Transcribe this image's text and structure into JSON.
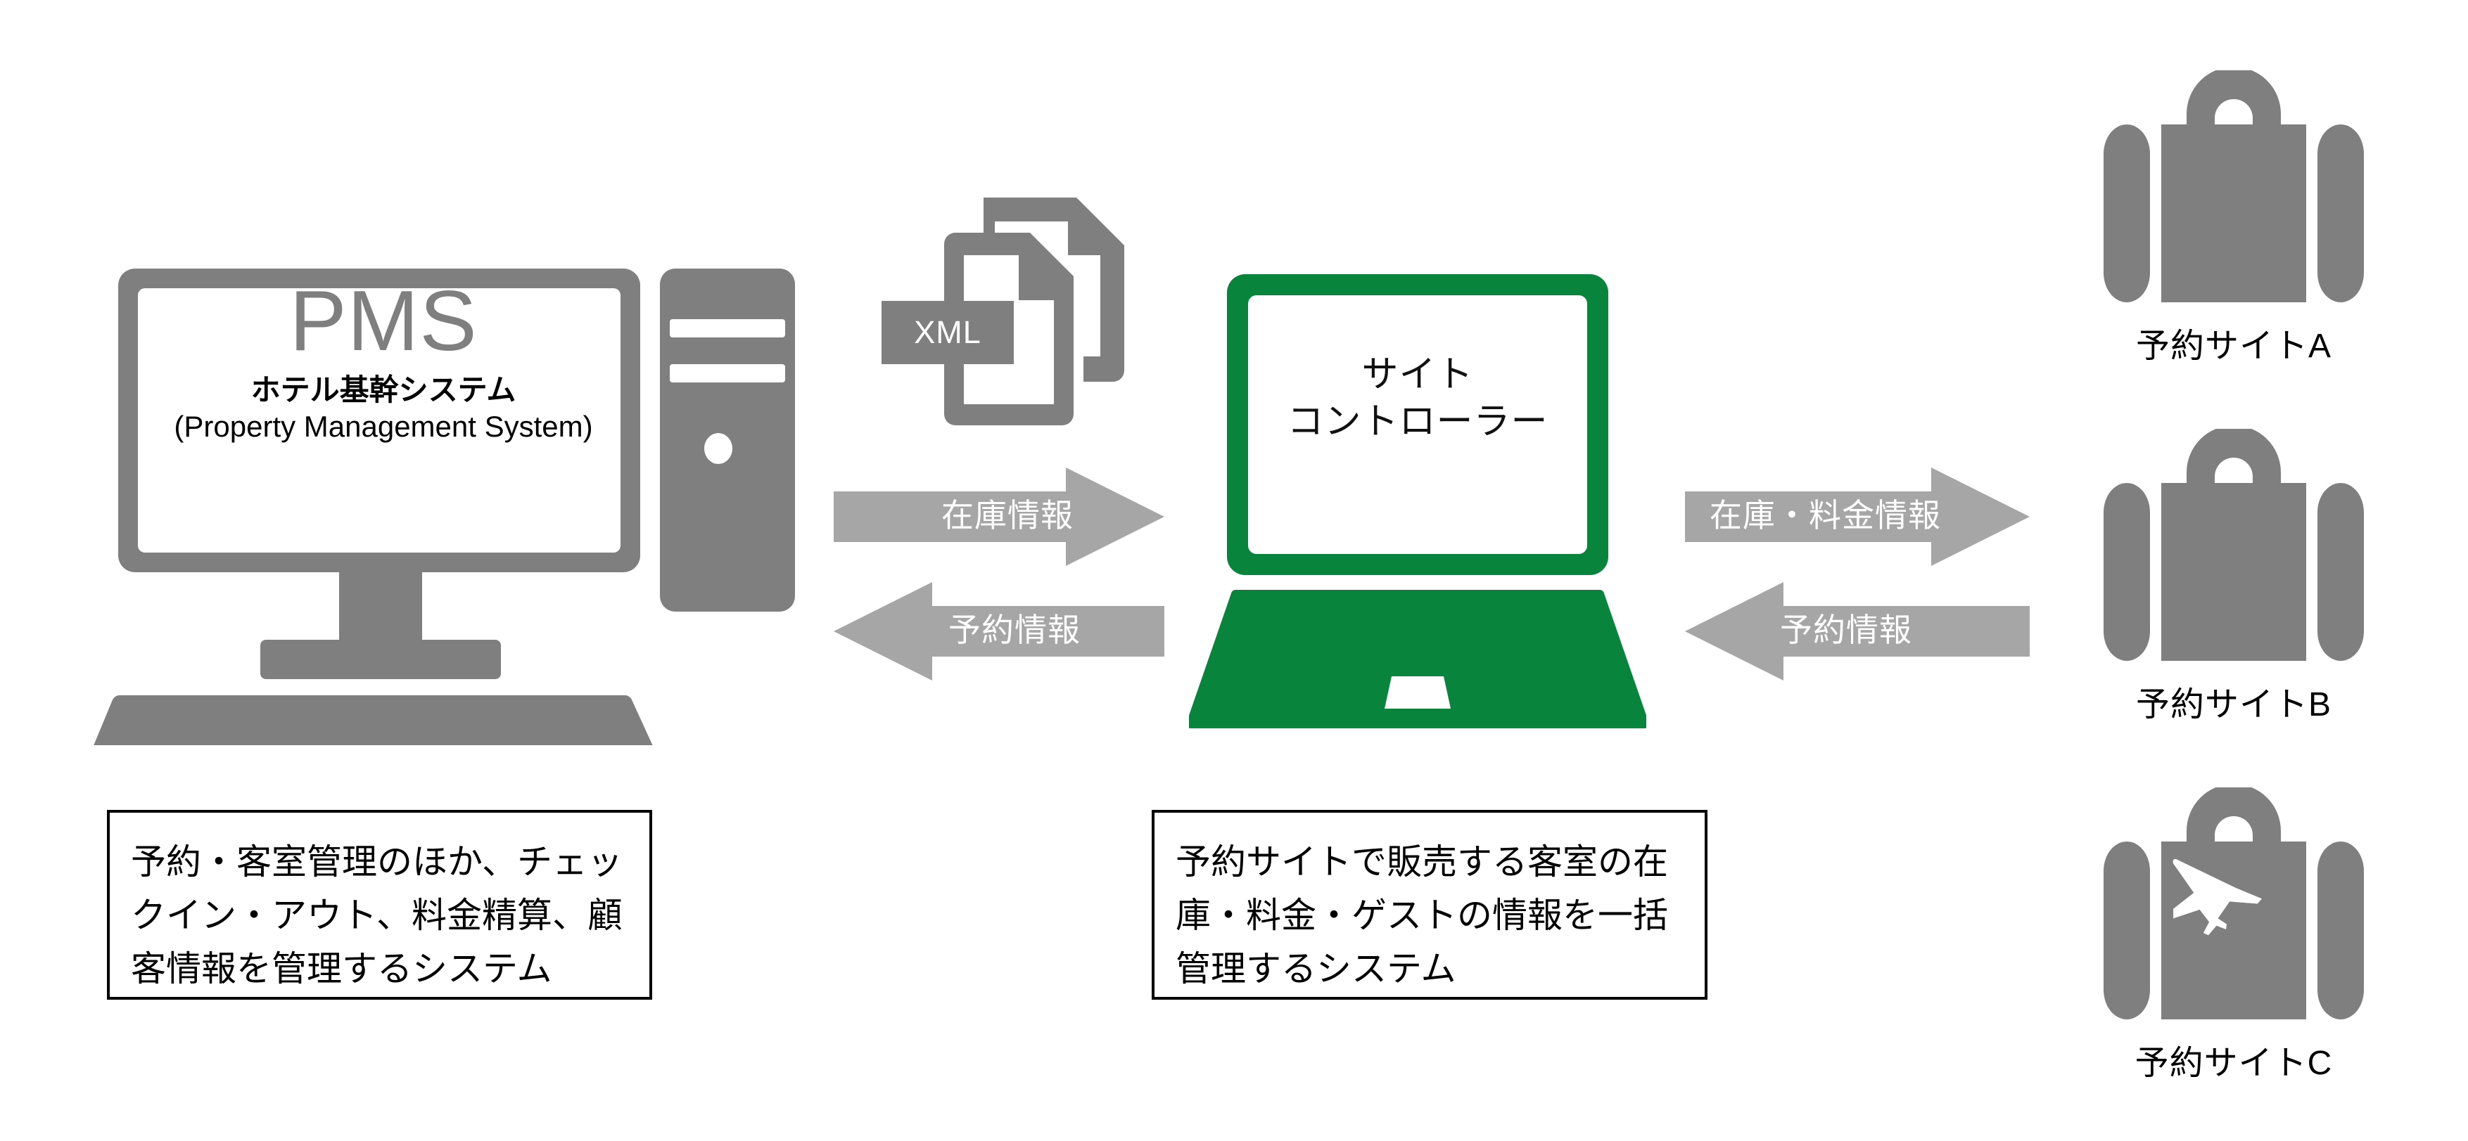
{
  "diagram": {
    "title": "PMS and Site Controller integration diagram",
    "colors": {
      "icon_gray": "#7f7f7f",
      "arrow_gray": "#a6a6a6",
      "accent_green": "#09843d",
      "text_black": "#000000",
      "background": "#ffffff"
    }
  },
  "pms": {
    "title": "PMS",
    "subtitle_jp": "ホテル基幹システム",
    "subtitle_en": "(Property Management System)",
    "icon": "desktop-computer-icon"
  },
  "xml": {
    "label": "XML",
    "icon": "documents-icon"
  },
  "site_controller": {
    "line1": "サイト",
    "line2": "コントローラー",
    "icon": "laptop-icon"
  },
  "arrows": {
    "left": [
      {
        "label": "在庫情報",
        "direction": "right"
      },
      {
        "label": "予約情報",
        "direction": "left"
      }
    ],
    "right": [
      {
        "label": "在庫・料金情報",
        "direction": "right"
      },
      {
        "label": "予約情報",
        "direction": "left"
      }
    ]
  },
  "booking_sites": [
    {
      "label": "予約サイトA",
      "icon": "suitcase-icon"
    },
    {
      "label": "予約サイトB",
      "icon": "suitcase-icon"
    },
    {
      "label": "予約サイトC",
      "icon": "suitcase-airplane-icon"
    }
  ],
  "descriptions": {
    "left": [
      "予約・客室管理のほか、チェッ",
      "クイン・アウト、料金精算、顧",
      "客情報を管理するシステム"
    ],
    "center": [
      "予約サイトで販売する客室の在",
      "庫・料金・ゲストの情報を一括",
      "管理するシステム"
    ]
  }
}
